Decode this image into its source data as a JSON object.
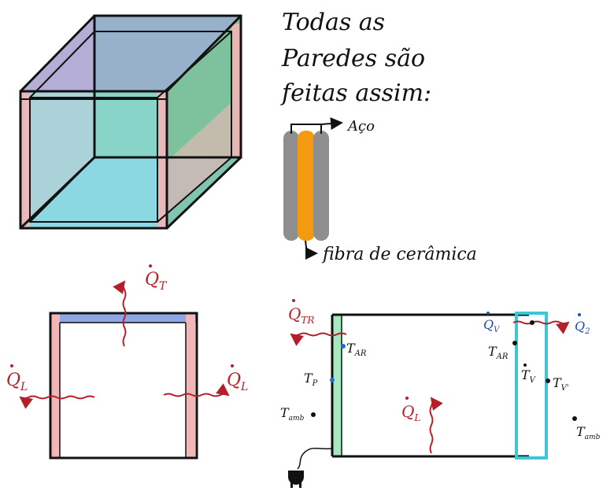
{
  "note": {
    "line1": "Todas as",
    "line2": "Paredes são",
    "line3": "feitas assim:",
    "aco_label": "Aço",
    "fibra_label": "fibra de cerâmica"
  },
  "colors": {
    "steel": "#8f8f8f",
    "fiber": "#f49a10",
    "wall_pink": "#f2b6b6",
    "wall_blue": "#8fa6e6",
    "wall_green": "#a8e8c0",
    "door_cyan": "#3cc6d8",
    "heat_arrow": "#b3202a"
  },
  "section_a": {
    "q_top": "Q",
    "q_top_sub": "T",
    "q_left": "Q",
    "q_left_sub": "L",
    "q_right": "Q",
    "q_right_sub": "L"
  },
  "section_b": {
    "q_tr": "Q",
    "q_tr_sub": "TR",
    "q_v": "Q",
    "q_v_sub": "V",
    "q_2": "Q",
    "q_2_sub": "2",
    "q_l": "Q",
    "q_l_sub": "L",
    "t_ar_left": "T",
    "t_ar_left_sub": "AR",
    "t_p": "T",
    "t_p_sub": "P",
    "t_amb_left": "T",
    "t_amb_left_sub": "amb",
    "t_ar_right": "T",
    "t_ar_right_sub": "AR",
    "t_v": "T",
    "t_v_sub": "V",
    "t_v2": "T",
    "t_v2_sub": "V'",
    "t_amb_right": "T",
    "t_amb_right_sub": "amb"
  }
}
